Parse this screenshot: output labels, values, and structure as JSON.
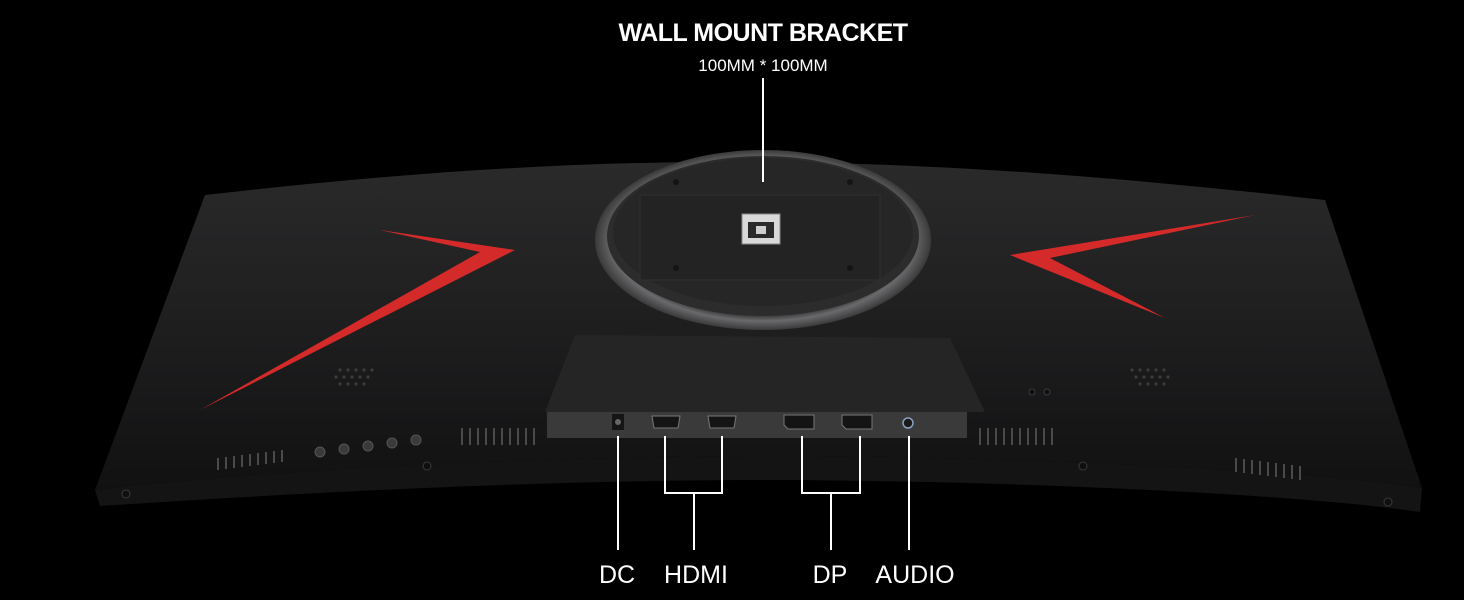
{
  "callouts": {
    "mount_title": "WALL MOUNT BRACKET",
    "mount_size": "100MM * 100MM"
  },
  "ports": [
    {
      "label": "DC"
    },
    {
      "label": "HDMI"
    },
    {
      "label": "DP"
    },
    {
      "label": "AUDIO"
    }
  ],
  "colors": {
    "background": "#000000",
    "monitor_body": "#1e1e1f",
    "accent_red": "#d42a2a",
    "label": "#ffffff"
  }
}
